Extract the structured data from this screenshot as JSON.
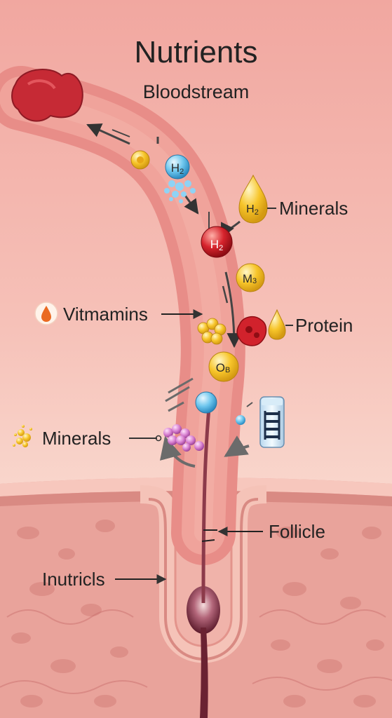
{
  "header": {
    "title": "Nutrients",
    "subtitle": "Bloodstream"
  },
  "labels": {
    "minerals_top": "Minerals",
    "vitamins": "Vitmamins",
    "protein": "Protein",
    "minerals_left": "Minerals",
    "follicle": "Follicle",
    "inutricls": "Inutricls"
  },
  "molecules": {
    "h2_blue": "H",
    "h2_drop": "H",
    "h2_red": "H",
    "m3": "M",
    "ob": "O"
  },
  "subscripts": {
    "h2_blue": "2",
    "h2_drop": "2",
    "h2_red": "2",
    "m3": "3",
    "ob": "B"
  },
  "colors": {
    "vessel": "#e57e7b",
    "vessel_core": "#f09b95",
    "blood_cell": "#c62a35",
    "molecule_yellow": "#f7c52a",
    "molecule_blue": "#6fc7ee",
    "molecule_red": "#d6232c",
    "grape": "#d77fd0",
    "tissue": "#e39a93"
  },
  "icons": {
    "vitamins": "water-drop-icon",
    "minerals_left": "yellow-particles-icon",
    "protein": "blood-cell-icon",
    "supplement": "supplement-jar-icon"
  }
}
